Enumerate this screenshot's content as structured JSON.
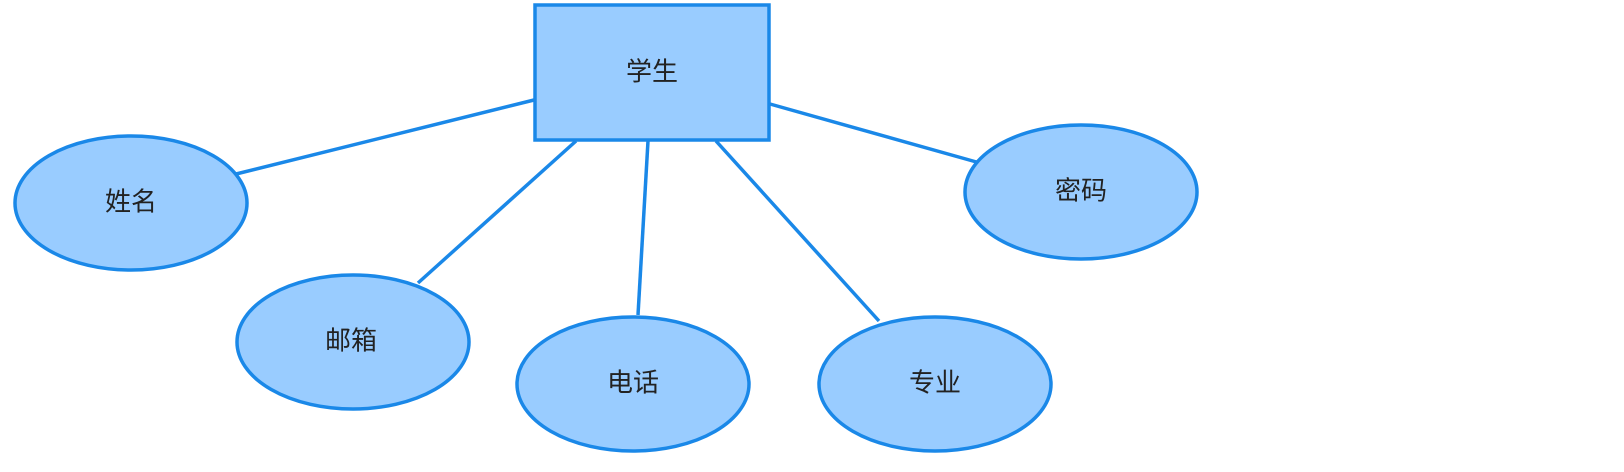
{
  "diagram": {
    "type": "er",
    "colors": {
      "fill": "#99CCFF",
      "stroke": "#1A88E8",
      "edge": "#1A88E8",
      "text": "#222222",
      "background": "#FFFFFF"
    },
    "entity": {
      "label": "学生"
    },
    "attributes": [
      {
        "id": "name",
        "label": "姓名"
      },
      {
        "id": "email",
        "label": "邮箱"
      },
      {
        "id": "phone",
        "label": "电话"
      },
      {
        "id": "major",
        "label": "专业"
      },
      {
        "id": "password",
        "label": "密码"
      }
    ],
    "edges": [
      {
        "from": "entity",
        "to": "name"
      },
      {
        "from": "entity",
        "to": "email"
      },
      {
        "from": "entity",
        "to": "phone"
      },
      {
        "from": "entity",
        "to": "major"
      },
      {
        "from": "entity",
        "to": "password"
      }
    ]
  }
}
